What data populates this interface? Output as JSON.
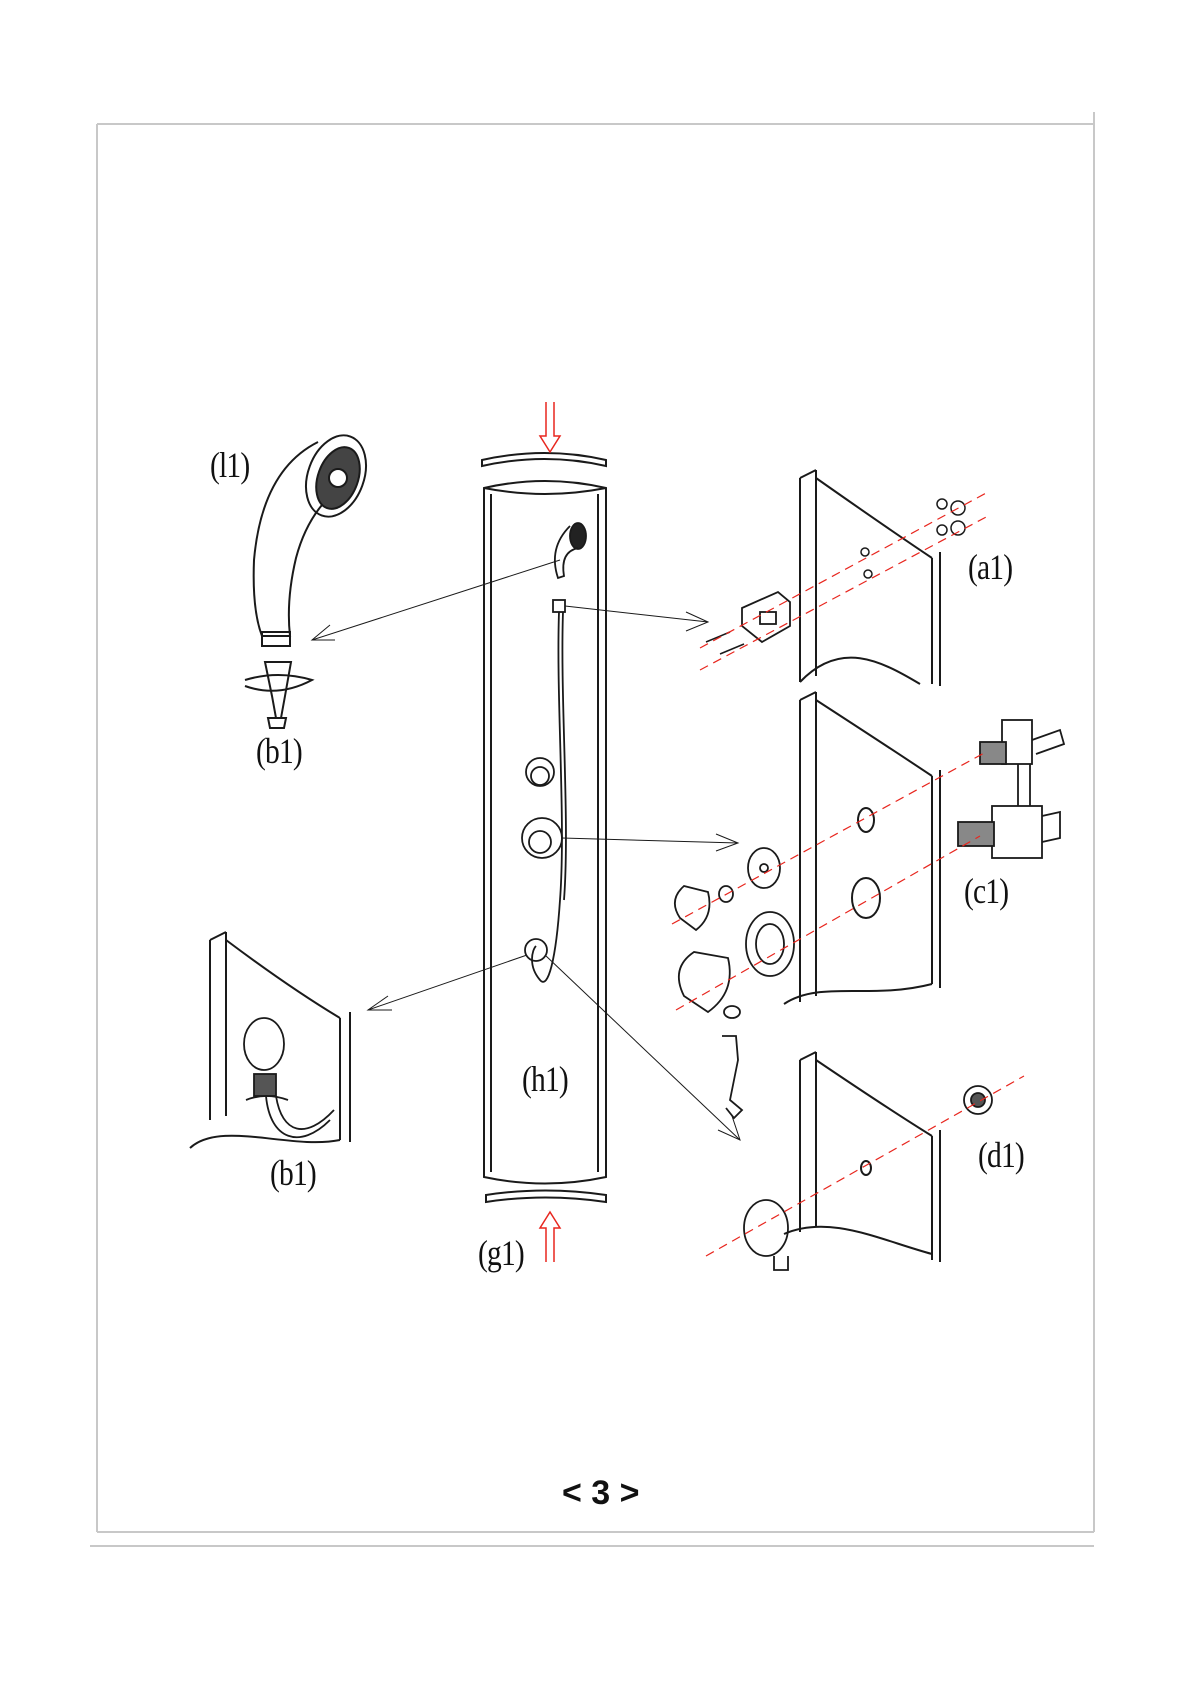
{
  "labels": {
    "l1": "(l1)",
    "b1_top": "(b1)",
    "a1": "(a1)",
    "c1": "(c1)",
    "b1_bottom": "(b1)",
    "h1": "(h1)",
    "d1": "(d1)",
    "g1": "(g1)"
  },
  "page_number": "< 3 >",
  "colors": {
    "line": "#1a1a1a",
    "accent": "#e8261e",
    "frame": "#c8c8c8"
  }
}
